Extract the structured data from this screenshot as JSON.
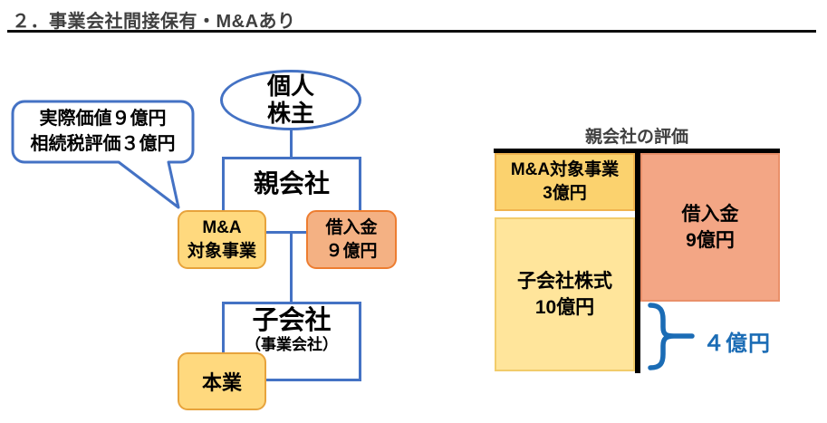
{
  "page": {
    "title": "２．事業会社間接保有・M&Aあり"
  },
  "org_diagram": {
    "shareholder": {
      "line1": "個人",
      "line2": "株主"
    },
    "callout": {
      "line1": "実際価値９億円",
      "line2": "相続税評価３億円"
    },
    "parent_company": "親会社",
    "ma_target_business": {
      "line1": "M&A",
      "line2": "対象事業"
    },
    "loan": {
      "line1": "借入金",
      "line2": "９億円"
    },
    "subsidiary": {
      "name": "子会社",
      "note": "（事業会社）"
    },
    "core_business": "本業"
  },
  "valuation_chart": {
    "title": "親会社の評価",
    "ma_block": {
      "line1": "M&A対象事業",
      "line2": "3億円"
    },
    "subsidiary_block": {
      "line1": "子会社株式",
      "line2": "10億円"
    },
    "loan_block": {
      "line1": "借入金",
      "line2": "9億円"
    },
    "brace_label": "４億円"
  },
  "chart_data": {
    "type": "bar",
    "title": "親会社の評価",
    "unit": "億円",
    "stacks": [
      {
        "name": "assets-column",
        "segments": [
          {
            "label": "M&A対象事業",
            "value": 3
          },
          {
            "label": "子会社株式",
            "value": 10
          }
        ]
      },
      {
        "name": "liability-column",
        "segments": [
          {
            "label": "借入金",
            "value": 9
          }
        ]
      }
    ],
    "difference": {
      "label": "４億円",
      "value": 4
    },
    "legend_position": "none",
    "grid": false
  },
  "colors": {
    "diagram_blue": "#4472C4",
    "accent_blue": "#1B6CB5",
    "gold_fill": "#FFD97E",
    "gold_border": "#E7A33C",
    "salmon_fill": "#F4B183",
    "salmon_border": "#ED7D31",
    "chart_gold_dark": "#FBD26E",
    "chart_gold_light": "#FFE59B",
    "chart_salmon": "#F3A685",
    "bar_black": "#000000",
    "title_gray": "#3F3F3F"
  }
}
